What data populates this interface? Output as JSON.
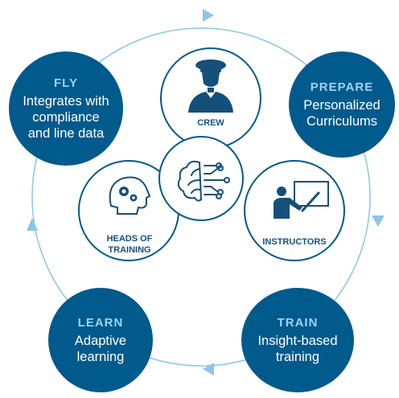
{
  "colors": {
    "dark_blue": "#005a8c",
    "title_blue": "#9fd3f2",
    "ring": "#8cc6e8",
    "icon_blue": "#15507a"
  },
  "stages": {
    "fly": {
      "title": "FLY",
      "desc": "Integrates with\ncompliance\nand line data"
    },
    "prepare": {
      "title": "PREPARE",
      "desc": "Personalized\nCurriculums"
    },
    "learn": {
      "title": "LEARN",
      "desc": "Adaptive\nlearning"
    },
    "train": {
      "title": "TRAIN",
      "desc": "Insight-based\ntraining"
    }
  },
  "roles": {
    "crew": "CREW",
    "instructors": "INSTRUCTORS",
    "heads_of_training": "HEADS OF\nTRAINING"
  },
  "icons": {
    "crew": "pilot-icon",
    "instructors": "teacher-icon",
    "heads_of_training": "head-gears-icon",
    "center": "ai-brain-icon"
  }
}
